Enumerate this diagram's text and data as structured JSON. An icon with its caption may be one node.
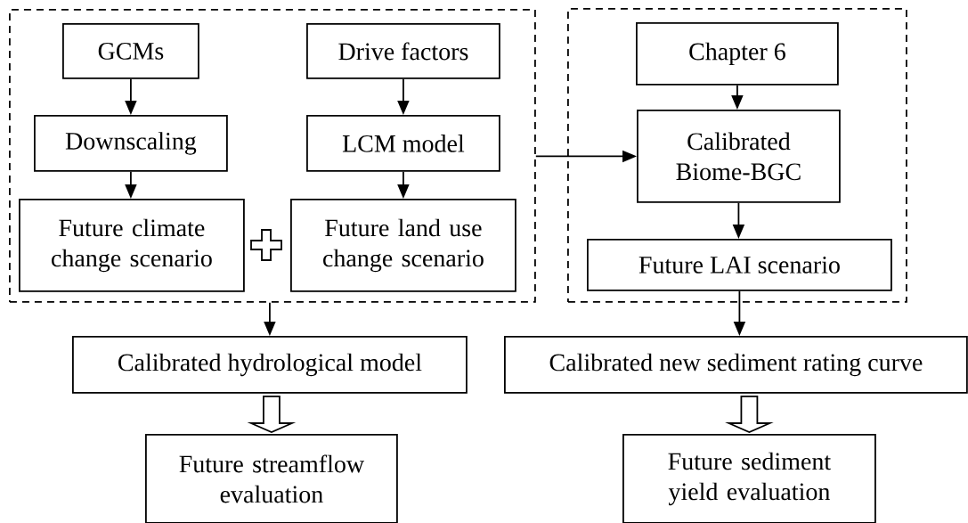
{
  "diagram": {
    "nodes": [
      {
        "text": [],
        "shape": "box"
      },
      {
        "text": [],
        "shape": "box"
      },
      {
        "text": [
          "GCMs"
        ],
        "in": 0
      },
      {
        "text": [
          "Drive factors"
        ],
        "in": 0
      },
      {
        "text": [
          "Downscaling"
        ],
        "in": 0
      },
      {
        "text": [
          "LCM model"
        ],
        "in": 0
      },
      {
        "text": [
          "Future climate change scenario"
        ],
        "in": 0
      },
      {
        "text": [
          "Future land use change scenario"
        ],
        "in": 0
      },
      {
        "text": [
          "Chapter 6"
        ],
        "in": 1
      },
      {
        "text": [
          "Calibrated Biome-BGC"
        ],
        "in": 1
      },
      {
        "text": [
          "Future LAI scenario"
        ],
        "in": 1
      },
      {
        "text": [
          "Calibrated hydrological model"
        ]
      },
      {
        "text": [
          "Calibrated new sediment rating curve"
        ]
      },
      {
        "text": [
          "Future streamflow evaluation"
        ]
      },
      {
        "text": [
          "Future sediment yield evaluation"
        ]
      }
    ],
    "edges": [
      {
        "from": 2,
        "to": 4,
        "arrow": "to"
      },
      {
        "from": 4,
        "to": 6,
        "arrow": "to"
      },
      {
        "from": 3,
        "to": 5,
        "arrow": "to"
      },
      {
        "from": 5,
        "to": 7,
        "arrow": "to"
      },
      {
        "from": 8,
        "to": 9,
        "arrow": "to"
      },
      {
        "from": 9,
        "to": 10,
        "arrow": "to"
      },
      {
        "from": 0,
        "to": 9,
        "arrow": "to"
      },
      {
        "from": 0,
        "to": 11,
        "arrow": "to"
      },
      {
        "from": 10,
        "to": 12,
        "arrow": "to"
      },
      {
        "from": 11,
        "to": 13,
        "arrow": "to",
        "style": "thick"
      },
      {
        "from": 12,
        "to": 14,
        "arrow": "to",
        "style": "thick"
      }
    ]
  }
}
